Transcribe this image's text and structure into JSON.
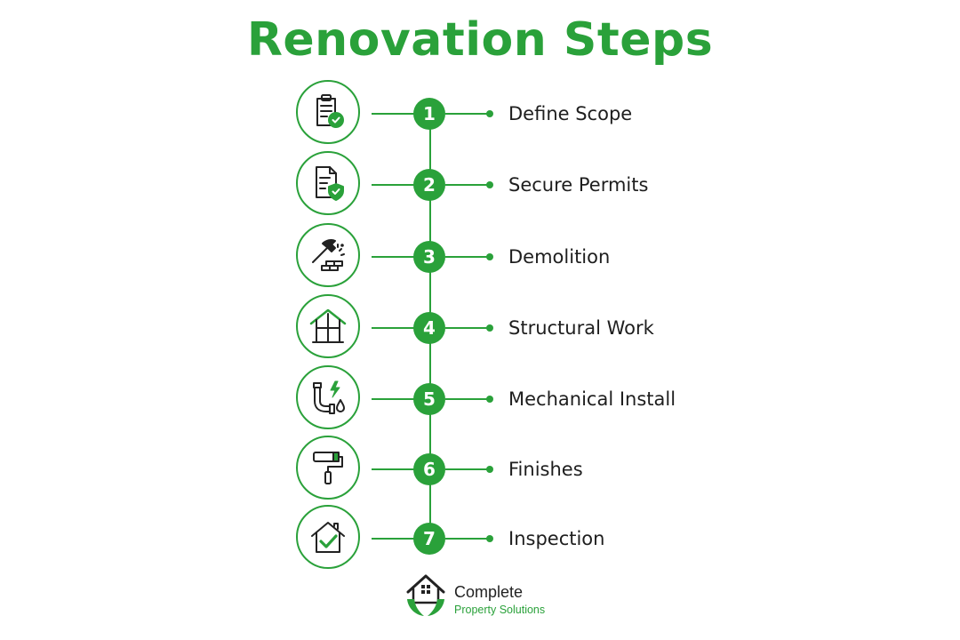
{
  "title": "Renovation Steps",
  "accent_color": "#2aa13a",
  "steps": [
    {
      "number": "1",
      "label": "Define Scope",
      "icon": "clipboard-check-icon"
    },
    {
      "number": "2",
      "label": "Secure Permits",
      "icon": "document-shield-icon"
    },
    {
      "number": "3",
      "label": "Demolition",
      "icon": "hammer-bricks-icon"
    },
    {
      "number": "4",
      "label": "Structural Work",
      "icon": "house-frame-icon"
    },
    {
      "number": "5",
      "label": "Mechanical Install",
      "icon": "pipe-electric-water-icon"
    },
    {
      "number": "6",
      "label": "Finishes",
      "icon": "paint-roller-icon"
    },
    {
      "number": "7",
      "label": "Inspection",
      "icon": "house-check-icon"
    }
  ],
  "logo": {
    "line1": "Complete",
    "line2": "Property Solutions",
    "icon": "house-hands-logo-icon"
  }
}
